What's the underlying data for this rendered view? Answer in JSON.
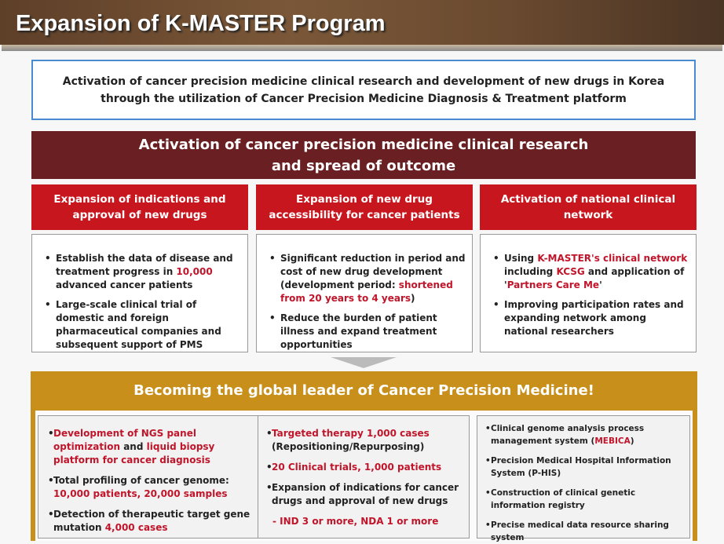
{
  "header": {
    "title": "Expansion of K-MASTER Program"
  },
  "intro": {
    "text": "Activation of cancer precision medicine clinical research and development of new drugs in Korea through the utilization of Cancer Precision Medicine Diagnosis & Treatment platform"
  },
  "banner": {
    "line1": "Activation of cancer precision medicine clinical research",
    "line2": "and spread of outcome"
  },
  "columns": [
    {
      "title": "Expansion of indications and approval of new drugs",
      "bullets": [
        [
          {
            "t": "Establish the data of disease and treatment progress in "
          },
          {
            "t": "10,000",
            "red": true
          },
          {
            "t": " advanced cancer patients"
          }
        ],
        [
          {
            "t": "Large-scale clinical trial of domestic and foreign pharmaceutical companies and subsequent support of PMS"
          }
        ]
      ]
    },
    {
      "title": "Expansion of new drug accessibility for cancer patients",
      "bullets": [
        [
          {
            "t": "Significant reduction in period and cost of new drug development (development period: "
          },
          {
            "t": "shortened from 20 years to 4 years",
            "red": true
          },
          {
            "t": ")"
          }
        ],
        [
          {
            "t": "Reduce the burden of patient illness and expand treatment opportunities"
          }
        ]
      ]
    },
    {
      "title": "Activation of national clinical network",
      "bullets": [
        [
          {
            "t": "Using "
          },
          {
            "t": "K-MASTER's clinical network",
            "red": true
          },
          {
            "t": " including "
          },
          {
            "t": "KCSG",
            "red": true
          },
          {
            "t": " and application of '"
          },
          {
            "t": "Partners Care Me",
            "red": true
          },
          {
            "t": "'"
          }
        ],
        [
          {
            "t": "Improving participation rates and expanding network among national researchers"
          }
        ]
      ]
    }
  ],
  "goal": {
    "title": "Becoming the global leader of Cancer Precision Medicine!",
    "boxes": [
      {
        "bullets": [
          [
            {
              "t": "Development of NGS panel optimization",
              "red": true
            },
            {
              "t": " and "
            },
            {
              "t": "liquid biopsy platform for cancer diagnosis",
              "red": true
            }
          ],
          [
            {
              "t": "Total profiling of cancer genome: "
            },
            {
              "t": "10,000 patients, 20,000 samples",
              "red": true
            }
          ],
          [
            {
              "t": "Detection of therapeutic target gene mutation "
            },
            {
              "t": "4,000 cases",
              "red": true
            }
          ]
        ]
      },
      {
        "bullets": [
          [
            {
              "t": "Targeted therapy 1,000 cases",
              "red": true
            },
            {
              "t": " (Repositioning/Repurposing)"
            }
          ],
          [
            {
              "t": "20 Clinical trials, 1,000 patients",
              "red": true
            }
          ],
          [
            {
              "t": "Expansion of indications for cancer drugs and approval of new drugs"
            }
          ]
        ],
        "sub": "- IND 3 or more, NDA  1 or more"
      },
      {
        "bullets": [
          [
            {
              "t": "Clinical genome analysis process management system ("
            },
            {
              "t": "MEBICA",
              "red": true
            },
            {
              "t": ")"
            }
          ],
          [
            {
              "t": "Precision Medical Hospital Information System (P-HIS)"
            }
          ],
          [
            {
              "t": "Construction of clinical genetic information registry"
            }
          ],
          [
            {
              "t": "Precise medical data resource sharing system"
            }
          ]
        ]
      }
    ]
  },
  "colors": {
    "banner": "#6a1f22",
    "accent_red": "#c8161e",
    "gold": "#c8901a",
    "intro_border": "#4a8ad0"
  }
}
